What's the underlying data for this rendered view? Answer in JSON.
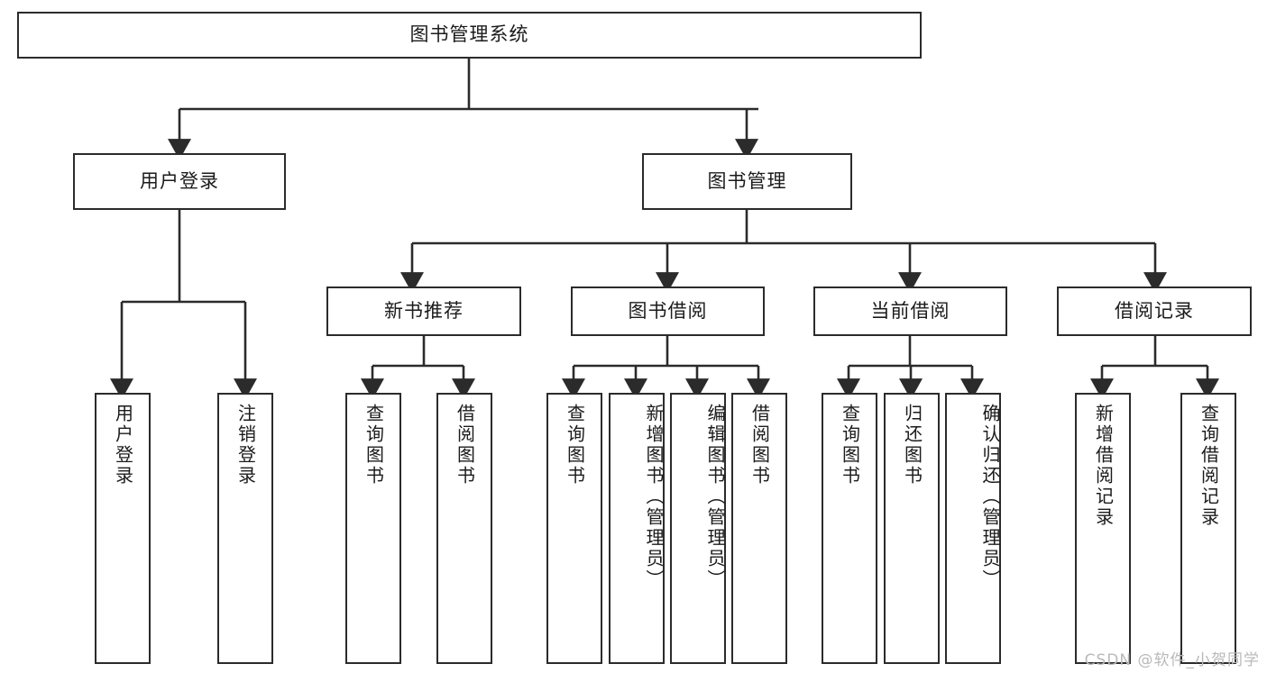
{
  "diagram": {
    "title": "图书管理系统",
    "watermark": "CSDN @软件_小贺同学",
    "colors": {
      "stroke": "#2b2b2b",
      "fill": "#ffffff",
      "text": "#1b1b1b",
      "watermark": "#b9b9b9"
    },
    "root": {
      "label": "图书管理系统"
    },
    "level1": [
      {
        "label": "用户登录"
      },
      {
        "label": "图书管理"
      }
    ],
    "level2": [
      {
        "label": "新书推荐"
      },
      {
        "label": "图书借阅"
      },
      {
        "label": "当前借阅"
      },
      {
        "label": "借阅记录"
      }
    ],
    "leaves": {
      "user_login": [
        {
          "label": "用户登录"
        },
        {
          "label": "注销登录"
        }
      ],
      "new_book": [
        {
          "label": "查询图书"
        },
        {
          "label": "借阅图书"
        }
      ],
      "borrow": [
        {
          "label": "查询图书"
        },
        {
          "label": "新增图书（管理员）"
        },
        {
          "label": "编辑图书（管理员）"
        },
        {
          "label": "借阅图书"
        }
      ],
      "current": [
        {
          "label": "查询图书"
        },
        {
          "label": "归还图书"
        },
        {
          "label": "确认归还（管理员）"
        }
      ],
      "records": [
        {
          "label": "新增借阅记录"
        },
        {
          "label": "查询借阅记录"
        }
      ]
    }
  }
}
